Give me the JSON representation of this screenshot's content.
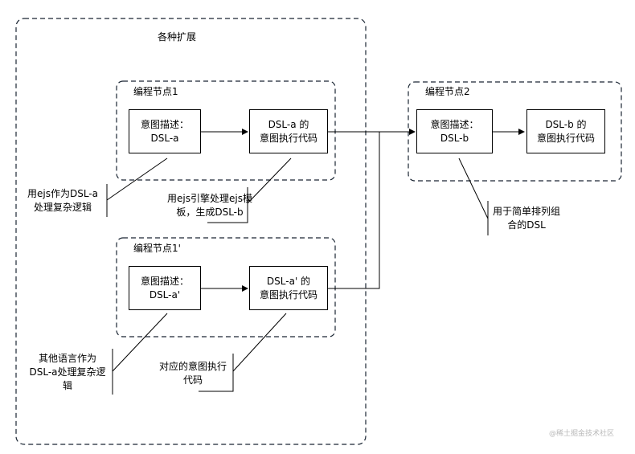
{
  "outer_group": {
    "label": "各种扩展"
  },
  "node1": {
    "label": "编程节点1",
    "desc_box": "意图描述：\nDSL-a",
    "code_box": "DSL-a 的\n意图执行代码"
  },
  "node1p": {
    "label": "编程节点1'",
    "desc_box": "意图描述：\nDSL-a'",
    "code_box": "DSL-a' 的\n意图执行代码"
  },
  "node2": {
    "label": "编程节点2",
    "desc_box": "意图描述：\nDSL-b",
    "code_box": "DSL-b 的\n意图执行代码"
  },
  "notes": {
    "ejs_dsl_a": "用ejs作为DSL-a\n处理复杂逻辑",
    "ejs_engine": "用ejs引擎处理ejs模\n板，生成DSL-b",
    "other_lang": "其他语言作为\nDSL-a处理复杂逻\n辑",
    "intent_code": "对应的意图执行\n代码",
    "simple_combo": "用于简单排列组\n合的DSL"
  },
  "watermark": "@稀土掘金技术社区"
}
